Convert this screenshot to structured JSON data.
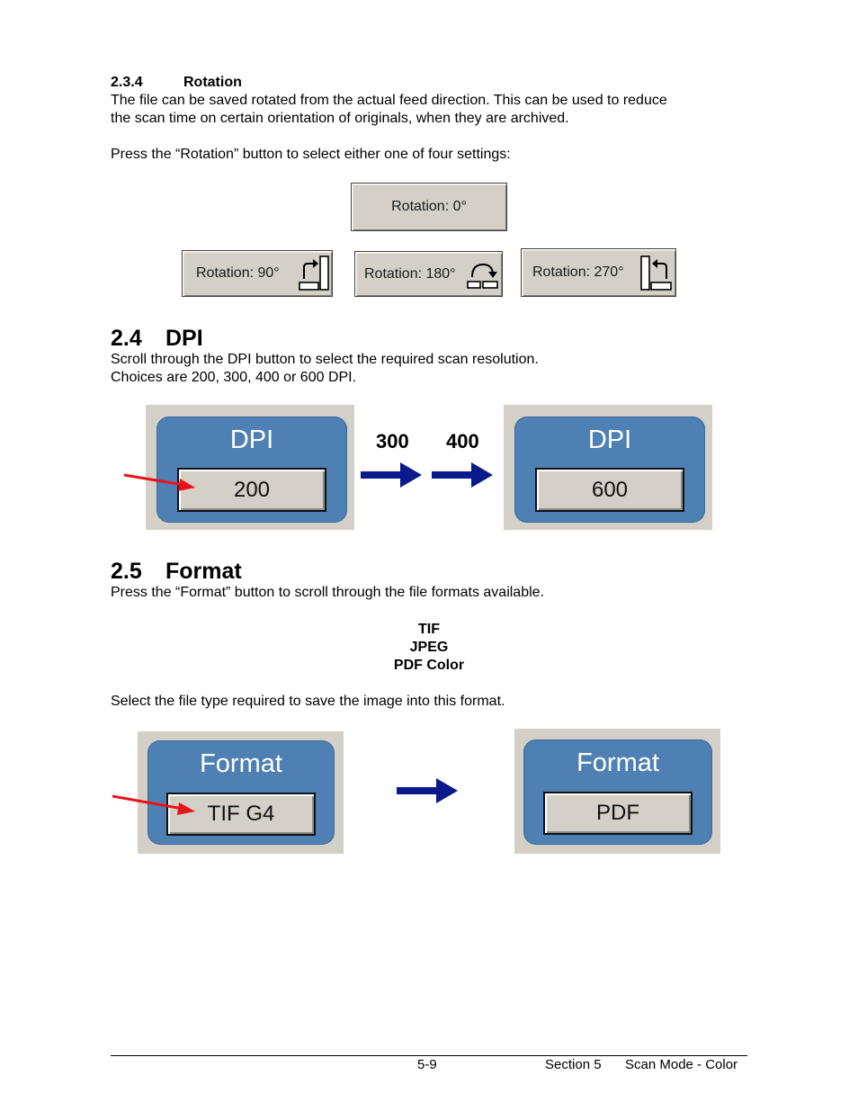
{
  "rotation": {
    "number": "2.3.4",
    "title": "Rotation",
    "para1_line1": "The file can be saved rotated from the actual feed direction. This can be used to reduce",
    "para1_line2": "the scan time on certain orientation of originals, when they are archived.",
    "para2": "Press the “Rotation” button to select either one of four settings:",
    "buttons": {
      "r0": "Rotation: 0°",
      "r90": "Rotation: 90°",
      "r180": "Rotation: 180°",
      "r270": "Rotation: 270°"
    }
  },
  "dpi": {
    "number": "2.4",
    "title": "DPI",
    "line1": "Scroll through the DPI button to select the required scan resolution.",
    "line2": "Choices are 200, 300, 400 or 600 DPI.",
    "panel_title": "DPI",
    "start_value": "200",
    "step1": "300",
    "step2": "400",
    "end_value": "600"
  },
  "format": {
    "number": "2.5",
    "title": "Format",
    "line1": "Press the “Format” button to scroll through the file formats available.",
    "options": [
      "TIF",
      "JPEG",
      "PDF Color"
    ],
    "line2": "Select the file type required to save the image into this format.",
    "panel_title": "Format",
    "start_value": "TIF G4",
    "end_value": "PDF"
  },
  "footer": {
    "page": "5-9",
    "section": "Section 5",
    "chapter": "Scan Mode - Color"
  },
  "colors": {
    "panel_blue": "#4f80b4",
    "button_grey": "#d4d0c8",
    "arrow_navy": "#0a1a8c",
    "pointer_red": "#e8131a"
  }
}
